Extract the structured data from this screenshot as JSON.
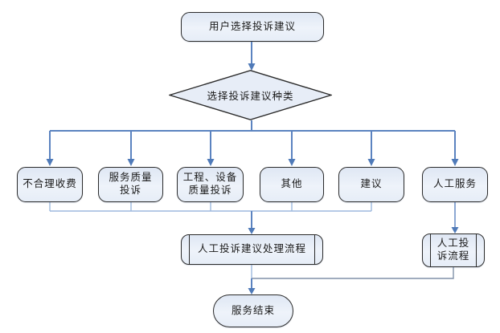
{
  "diagram": {
    "type": "flowchart",
    "nodes": {
      "start": {
        "label": "用户选择投诉建议",
        "shape": "terminator"
      },
      "decision": {
        "label": "选择投诉建议种类",
        "shape": "diamond"
      },
      "branches": [
        {
          "label": "不合理收费"
        },
        {
          "label": "服务质量\n投诉"
        },
        {
          "label": "工程、设备\n质量投诉"
        },
        {
          "label": "其他"
        },
        {
          "label": "建议"
        },
        {
          "label": "人工服务"
        }
      ],
      "manual_process": {
        "label": "人工投诉建议处理流程",
        "shape": "predefined-process"
      },
      "manual_complaint": {
        "label": "人工投\n诉流程",
        "shape": "predefined-process"
      },
      "end": {
        "label": "服务结束",
        "shape": "terminator"
      }
    },
    "edges": [
      "start -> decision",
      "decision -> 不合理收费",
      "decision -> 服务质量投诉",
      "decision -> 工程、设备质量投诉",
      "decision -> 其他",
      "decision -> 建议",
      "decision -> 人工服务",
      "不合理收费/服务质量投诉/工程、设备质量投诉/其他/建议 -> 人工投诉建议处理流程",
      "人工服务 -> 人工投诉流程",
      "人工投诉建议处理流程 -> 服务结束",
      "人工投诉流程 -> 服务结束"
    ],
    "colors": {
      "line_blue": "#5b83c0",
      "line_light_blue": "#9db9de",
      "line_gray": "#8191a9",
      "node_fill": "#e7edf7",
      "node_border": "#2b2b2b",
      "background": "#ffffff"
    }
  }
}
